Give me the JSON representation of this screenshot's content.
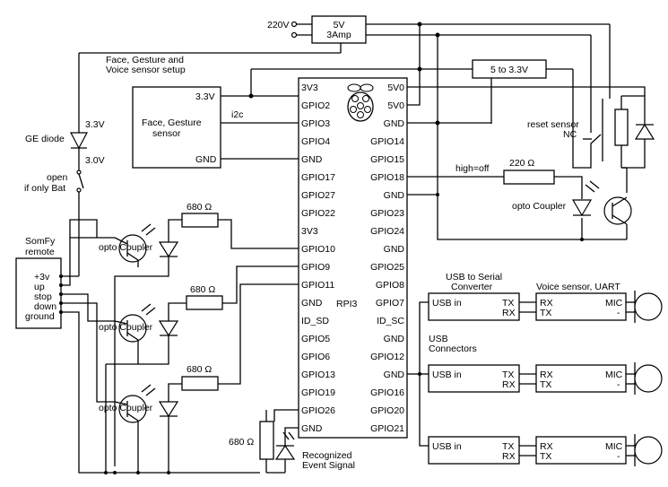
{
  "power": {
    "input_label": "220V",
    "psu_line1": "5V",
    "psu_line2": "3Amp",
    "regulator_label": "5 to 3.3V"
  },
  "face_sensor": {
    "group_label_line1": "Face, Gesture and",
    "group_label_line2": "Voice sensor setup",
    "name_line1": "Face, Gesture",
    "name_line2": "sensor",
    "pin_3v3": "3.3V",
    "pin_gnd": "GND",
    "bus_label": "i2c"
  },
  "ge_diode": {
    "label": "GE diode",
    "volt_top": "3.3V",
    "volt_bottom": "3.0V",
    "switch_line1": "open",
    "switch_line2": "if only Bat"
  },
  "somfy": {
    "title_line1": "SomFy",
    "title_line2": "remote",
    "pins": [
      "+3v",
      "up",
      "stop",
      "down",
      "ground"
    ]
  },
  "opto_left": {
    "label": "opto Coupler",
    "resistor_labels": [
      "680 Ω",
      "680 Ω",
      "680 Ω"
    ]
  },
  "rpi": {
    "name": "RPI3",
    "left_pins": [
      "3V3",
      "GPIO2",
      "GPIO3",
      "GPIO4",
      "GND",
      "GPIO17",
      "GPIO27",
      "GPIO22",
      "3V3",
      "GPIO10",
      "GPIO9",
      "GPIO11",
      "GND",
      "ID_SD",
      "GPIO5",
      "GPIO6",
      "GPIO13",
      "GPIO19",
      "GPIO26",
      "GND"
    ],
    "right_pins": [
      "5V0",
      "5V0",
      "GND",
      "GPIO14",
      "GPIO15",
      "GPIO18",
      "GND",
      "GPIO23",
      "GPIO24",
      "GND",
      "GPIO25",
      "GPIO8",
      "GPIO7",
      "ID_SC",
      "GND",
      "GPIO12",
      "GND",
      "GPIO16",
      "GPIO20",
      "GPIO21"
    ]
  },
  "reset": {
    "label_line1": "reset sensor",
    "label_line2": "NC",
    "high_off": "high=off",
    "resistor": "220 Ω",
    "opto_label": "opto Coupler"
  },
  "event": {
    "resistor": "680 Ω",
    "label_line1": "Recognized",
    "label_line2": "Event Signal"
  },
  "usb": {
    "header_line1": "USB to Serial",
    "header_line2": "Converter",
    "connectors_line1": "USB",
    "connectors_line2": "Connectors",
    "voice_header": "Voice sensor, UART",
    "usb_in": "USB in",
    "tx": "TX",
    "rx": "RX",
    "mic": "MIC",
    "dash": "-"
  }
}
